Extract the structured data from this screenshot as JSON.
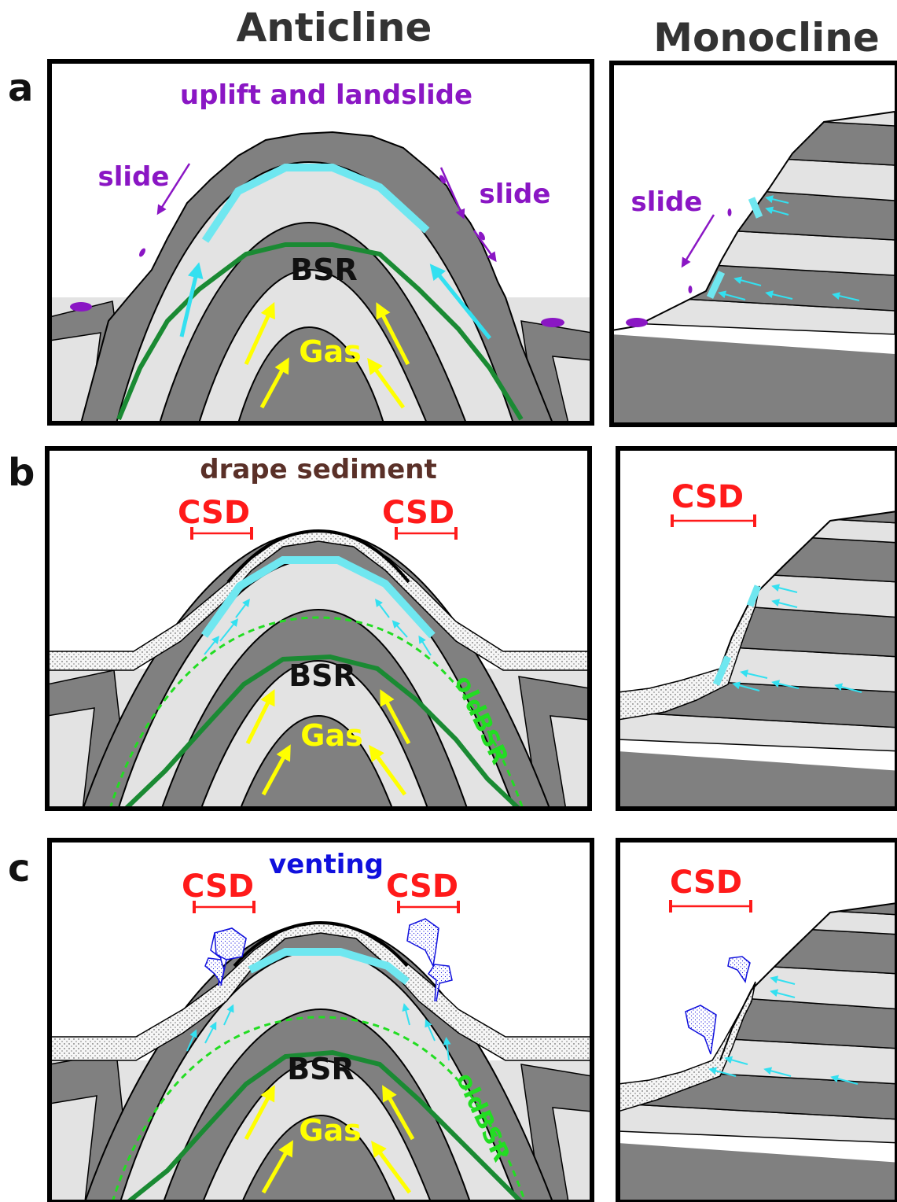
{
  "titles": {
    "anticline": "Anticline",
    "monocline": "Monocline"
  },
  "panels": {
    "a": {
      "letter": "a",
      "top_label": "uplift and landslide",
      "slide_label": "slide",
      "bsr_label": "BSR",
      "gas_label": "Gas"
    },
    "b": {
      "letter": "b",
      "top_label": "drape sediment",
      "csd_label": "CSD",
      "bsr_label": "BSR",
      "gas_label": "Gas",
      "old_bsr_label": "oldBSR"
    },
    "c": {
      "letter": "c",
      "vent_label": "venting",
      "csd_label": "CSD",
      "bsr_label": "BSR",
      "gas_label": "Gas",
      "old_bsr_label": "oldBSR"
    }
  },
  "colors": {
    "dark_layer": "#808080",
    "light_layer": "#e3e3e3",
    "bsr": "#1a8a33",
    "old_bsr": "#22dd22",
    "gas_arrow": "#ffff00",
    "fluid_arrow": "#33e0f0",
    "hydrate_band": "#6fe7f0",
    "slide": "#8a16c4",
    "csd": "#ff1a1a",
    "venting": "#1010dd"
  }
}
